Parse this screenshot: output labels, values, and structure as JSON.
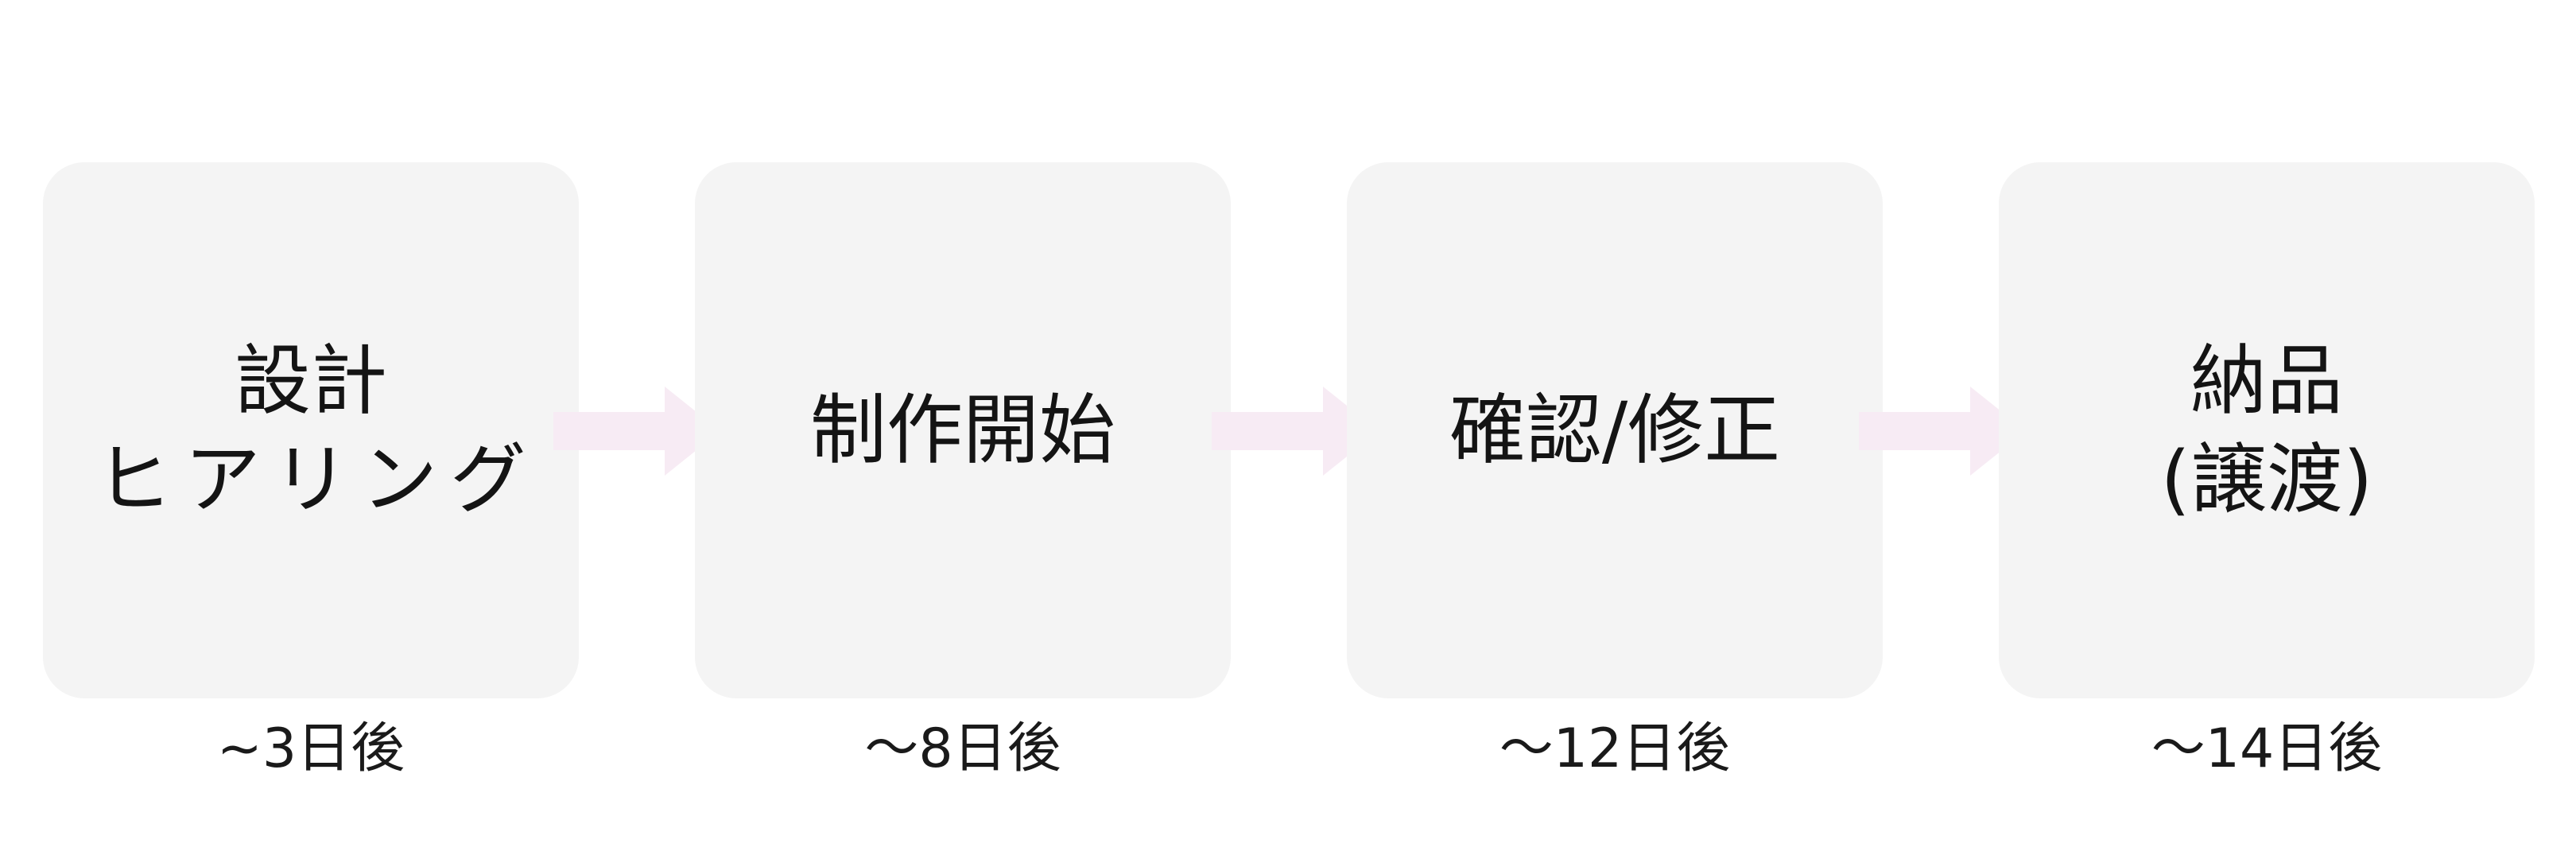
{
  "steps": [
    {
      "lines": [
        "設計",
        "ヒアリング"
      ],
      "time": "~3日後"
    },
    {
      "lines": [
        "制作開始"
      ],
      "time": "〜8日後"
    },
    {
      "lines": [
        "確認/修正"
      ],
      "time": "〜12日後"
    },
    {
      "lines": [
        "納品",
        "(譲渡)"
      ],
      "time": "〜14日後"
    }
  ],
  "colors": {
    "box": "#f4f4f4",
    "arrow": "#f7ebf4",
    "text": "#141414"
  }
}
